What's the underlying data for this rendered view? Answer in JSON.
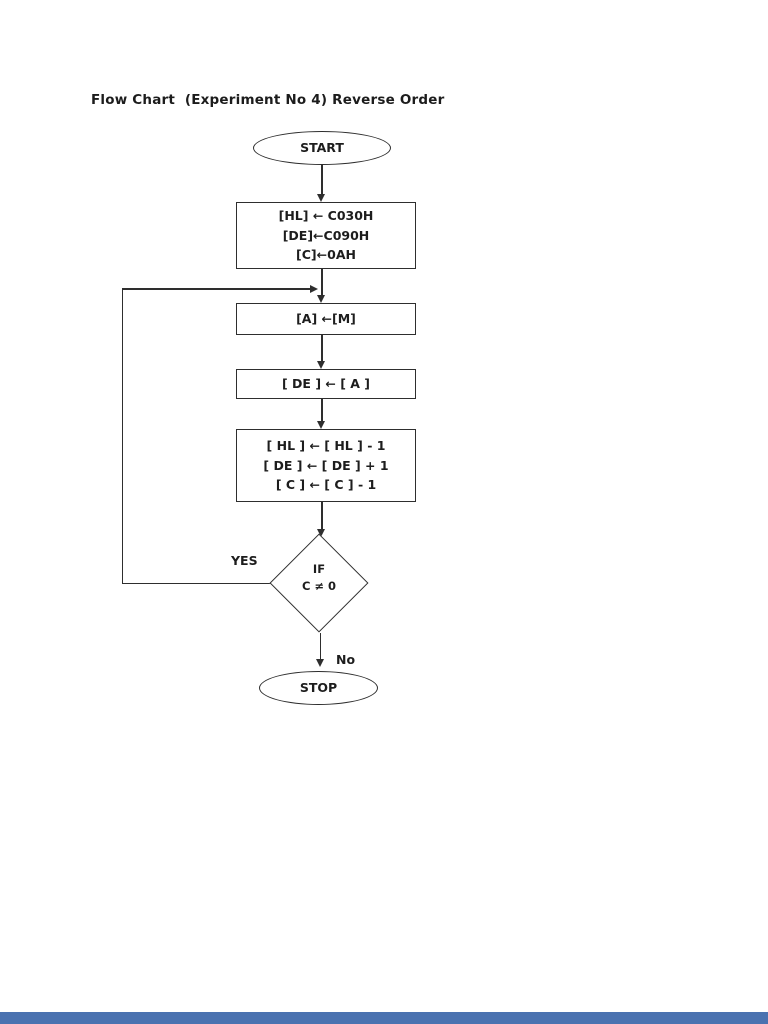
{
  "page": {
    "title": "Flow Chart  (Experiment No 4) Reverse Order"
  },
  "flowchart": {
    "start_label": "START",
    "init_lines": [
      "[HL] ← C030H",
      "[DE]←C090H",
      "[C]←0AH"
    ],
    "load_label": "[A] ←[M]",
    "copy_label": "[ DE ] ← [ A ]",
    "update_lines": [
      "[ HL ] ← [ HL ] - 1",
      "[ DE ] ← [ DE ] + 1",
      "[ C ] ← [ C ] - 1"
    ],
    "decision_lines": [
      "IF",
      "C ≠ 0"
    ],
    "branch_yes": "YES",
    "branch_no": "No",
    "stop_label": "STOP"
  },
  "colors": {
    "stroke": "#2e2e2e",
    "text": "#1d1d1d",
    "footer_bar": "#4a72b0"
  }
}
